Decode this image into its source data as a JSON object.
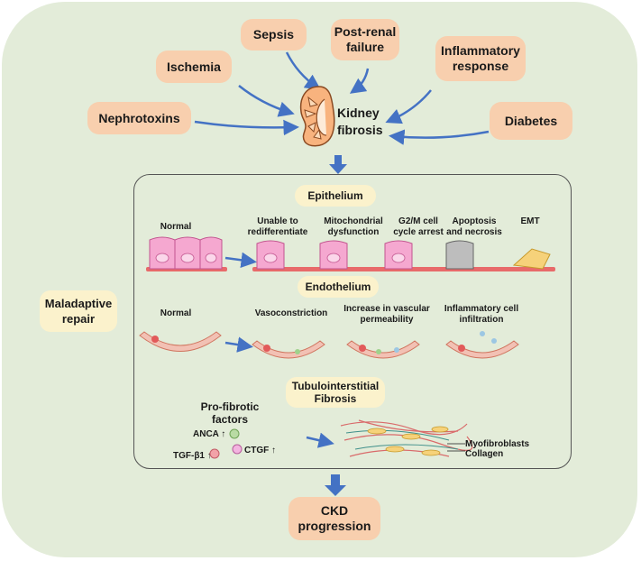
{
  "causes": {
    "sepsis": "Sepsis",
    "post_renal": "Post-renal\nfailure",
    "inflammatory": "Inflammatory\nresponse",
    "ischemia": "Ischemia",
    "nephrotoxins": "Nephrotoxins",
    "diabetes": "Diabetes"
  },
  "kidney_label": "Kidney\nfibrosis",
  "maladaptive_label": "Maladaptive\nrepair",
  "epithelium": {
    "header": "Epithelium",
    "stages": [
      "Normal",
      "Unable to\nredifferentiate",
      "Mitochondrial\ndysfunction",
      "G2/M cell\ncycle arrest",
      "Apoptosis\nand necrosis",
      "EMT"
    ]
  },
  "endothelium": {
    "header": "Endothelium",
    "stages": [
      "Normal",
      "Vasoconstriction",
      "Increase in vascular\npermeability",
      "Inflammatory cell\ninfiltration"
    ]
  },
  "tubulointerstitial": {
    "header": "Tubulointerstitial\nFibrosis",
    "profibrotic_title": "Pro-fibrotic\nfactors",
    "anca": "ANCA ↑",
    "tgf": "TGF-β1 ↑",
    "ctgf": "CTGF ↑",
    "myofibroblasts": "Myofibroblasts",
    "collagen": "Collagen"
  },
  "outcome": "CKD\nprogression",
  "colors": {
    "background": "#e3ecd9",
    "cause_box": "#f8cfae",
    "header_box": "#fbf2cc",
    "arrow": "#4472c4",
    "epithelial_cell": "#f5a8d0",
    "basement_membrane": "#e86a6a"
  }
}
